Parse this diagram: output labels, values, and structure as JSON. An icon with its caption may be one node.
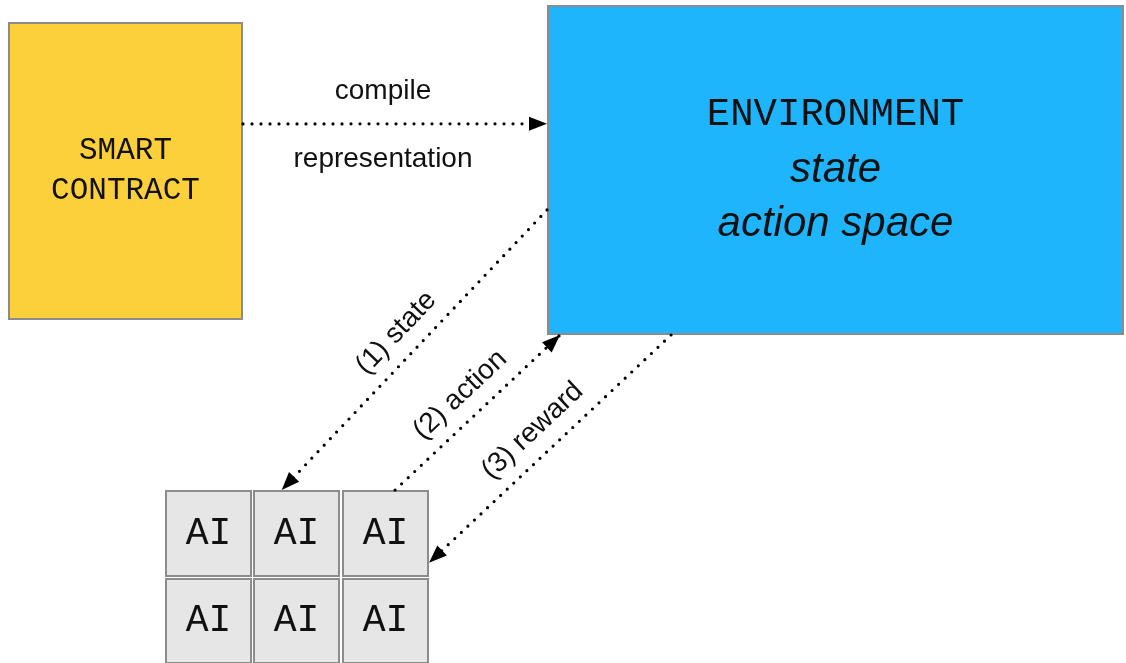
{
  "diagram": {
    "nodes": [
      {
        "text": [
          "SMART CONTRACT"
        ]
      },
      {
        "text": [
          "ENVIRONMENT",
          "state",
          "action space"
        ]
      },
      {
        "text": [
          "AI"
        ]
      },
      {
        "text": [
          "AI"
        ]
      },
      {
        "text": [
          "AI"
        ]
      },
      {
        "text": [
          "AI"
        ]
      },
      {
        "text": [
          "AI"
        ]
      },
      {
        "text": [
          "AI"
        ]
      }
    ],
    "edges": [
      {
        "from": 0,
        "to": 1,
        "arrow": "to",
        "label": "compile representation"
      },
      {
        "from": 1,
        "to": 3,
        "arrow": "to",
        "label": "(1) state"
      },
      {
        "from": 4,
        "to": 1,
        "arrow": "to",
        "label": "(2) action"
      },
      {
        "from": 1,
        "to": 4,
        "arrow": "to",
        "label": "(3) reward"
      }
    ]
  }
}
